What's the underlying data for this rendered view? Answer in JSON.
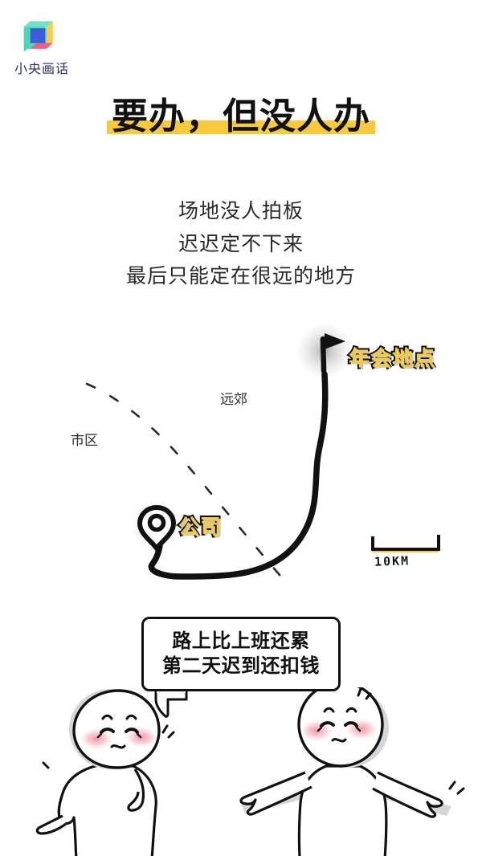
{
  "brand": {
    "name": "小央画话",
    "logo_icon": "cube-logo-icon",
    "logo_colors": {
      "left_face": "#4fd6b8",
      "right_face": "#ffc94d",
      "front_face": "#3b5bdb",
      "bottom_face": "#f2607f",
      "top_face": "#6fe3c8"
    },
    "name_color": "#2b2f63"
  },
  "title": {
    "text": "要办，但没人办",
    "highlight_color": "#f7c93b",
    "text_color": "#111111"
  },
  "subtitle": {
    "lines": [
      "场地没人拍板",
      "迟迟定不下来",
      "最后只能定在很远的地方"
    ]
  },
  "map": {
    "labels": {
      "city": "市区",
      "suburb": "远郊"
    },
    "markers": [
      {
        "id": "venue",
        "label": "年会地点",
        "icon": "flag-marker-icon"
      },
      {
        "id": "company",
        "label": "公司",
        "icon": "pin-marker-icon"
      }
    ],
    "scale": {
      "label": "10KM",
      "bar_color": "#f7c93b"
    },
    "route_color": "#111111",
    "boundary_style": "dashed",
    "marker_label_color": "#f7c93b",
    "marker_label_stroke": "#111111"
  },
  "speech_bubble": {
    "lines": [
      "路上比上班还累",
      "第二天迟到还扣钱"
    ]
  },
  "characters": [
    {
      "id": "left-character",
      "expression": "annoyed",
      "pose": "hand-on-hip",
      "blush_color": "#f2899b"
    },
    {
      "id": "right-character",
      "expression": "annoyed",
      "pose": "arms-out-shrug",
      "blush_color": "#f2899b"
    }
  ]
}
